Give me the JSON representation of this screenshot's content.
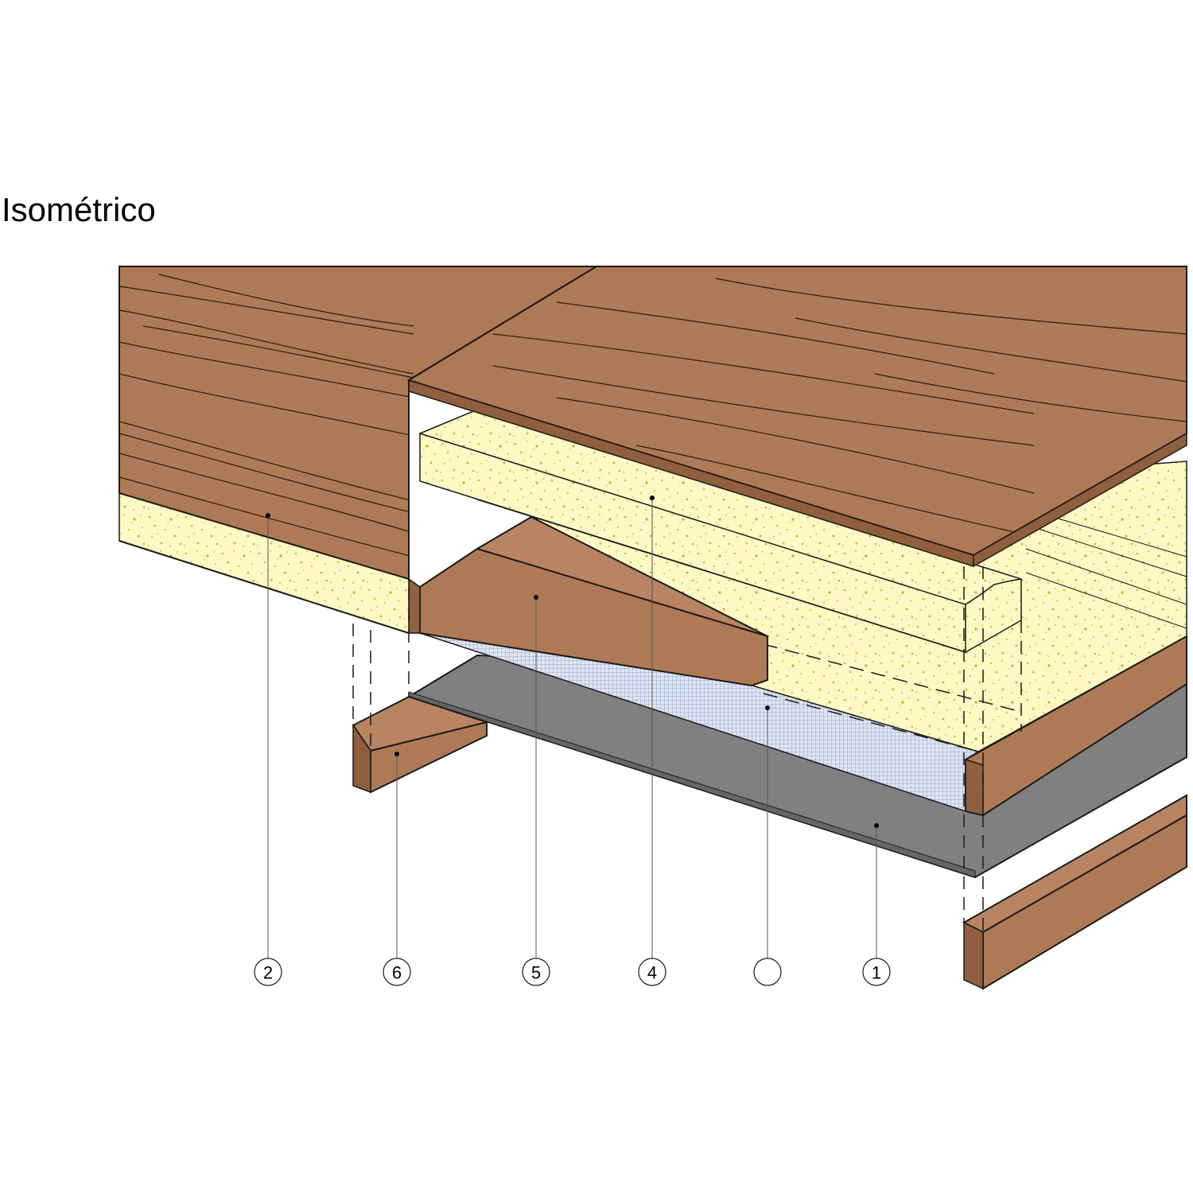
{
  "title": "Isométrico",
  "colors": {
    "wood": "#ae7a55",
    "wood_dark": "#8f5f3e",
    "insulation": "#fdf8c4",
    "insulation_speck": "#c9c23a",
    "membrane": "#808080",
    "mesh": "#c7d2e6",
    "line": "#1a1a1a"
  },
  "callouts": [
    {
      "id": "c2",
      "label": "2",
      "component": "wood-board-top-left"
    },
    {
      "id": "c6",
      "label": "6",
      "component": "joist-left"
    },
    {
      "id": "c5",
      "label": "5",
      "component": "batten"
    },
    {
      "id": "c4",
      "label": "4",
      "component": "insulation-slab"
    },
    {
      "id": "c3",
      "label": "",
      "component": "mesh-layer"
    },
    {
      "id": "c1",
      "label": "1",
      "component": "membrane-sheet"
    }
  ]
}
